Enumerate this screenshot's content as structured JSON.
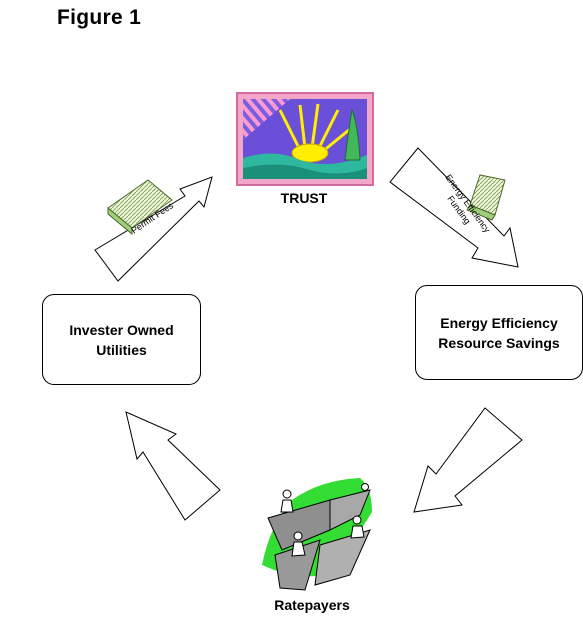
{
  "figure": {
    "title": "Figure 1"
  },
  "nodes": {
    "trust": "TRUST",
    "iou": "Invester Owned\nUtilities",
    "ee": "Energy Efficiency\nResource Savings",
    "ratepayers": "Ratepayers"
  },
  "arrows": {
    "permit_fees": "Permit Fees",
    "ee_funding": "Energy Efficiency Funding"
  },
  "colors": {
    "money": "#c8e6a0",
    "grass": "#33dd33",
    "sky": "#6a4fd8",
    "sun": "#ffee00",
    "frame": "#f2a6c8"
  }
}
